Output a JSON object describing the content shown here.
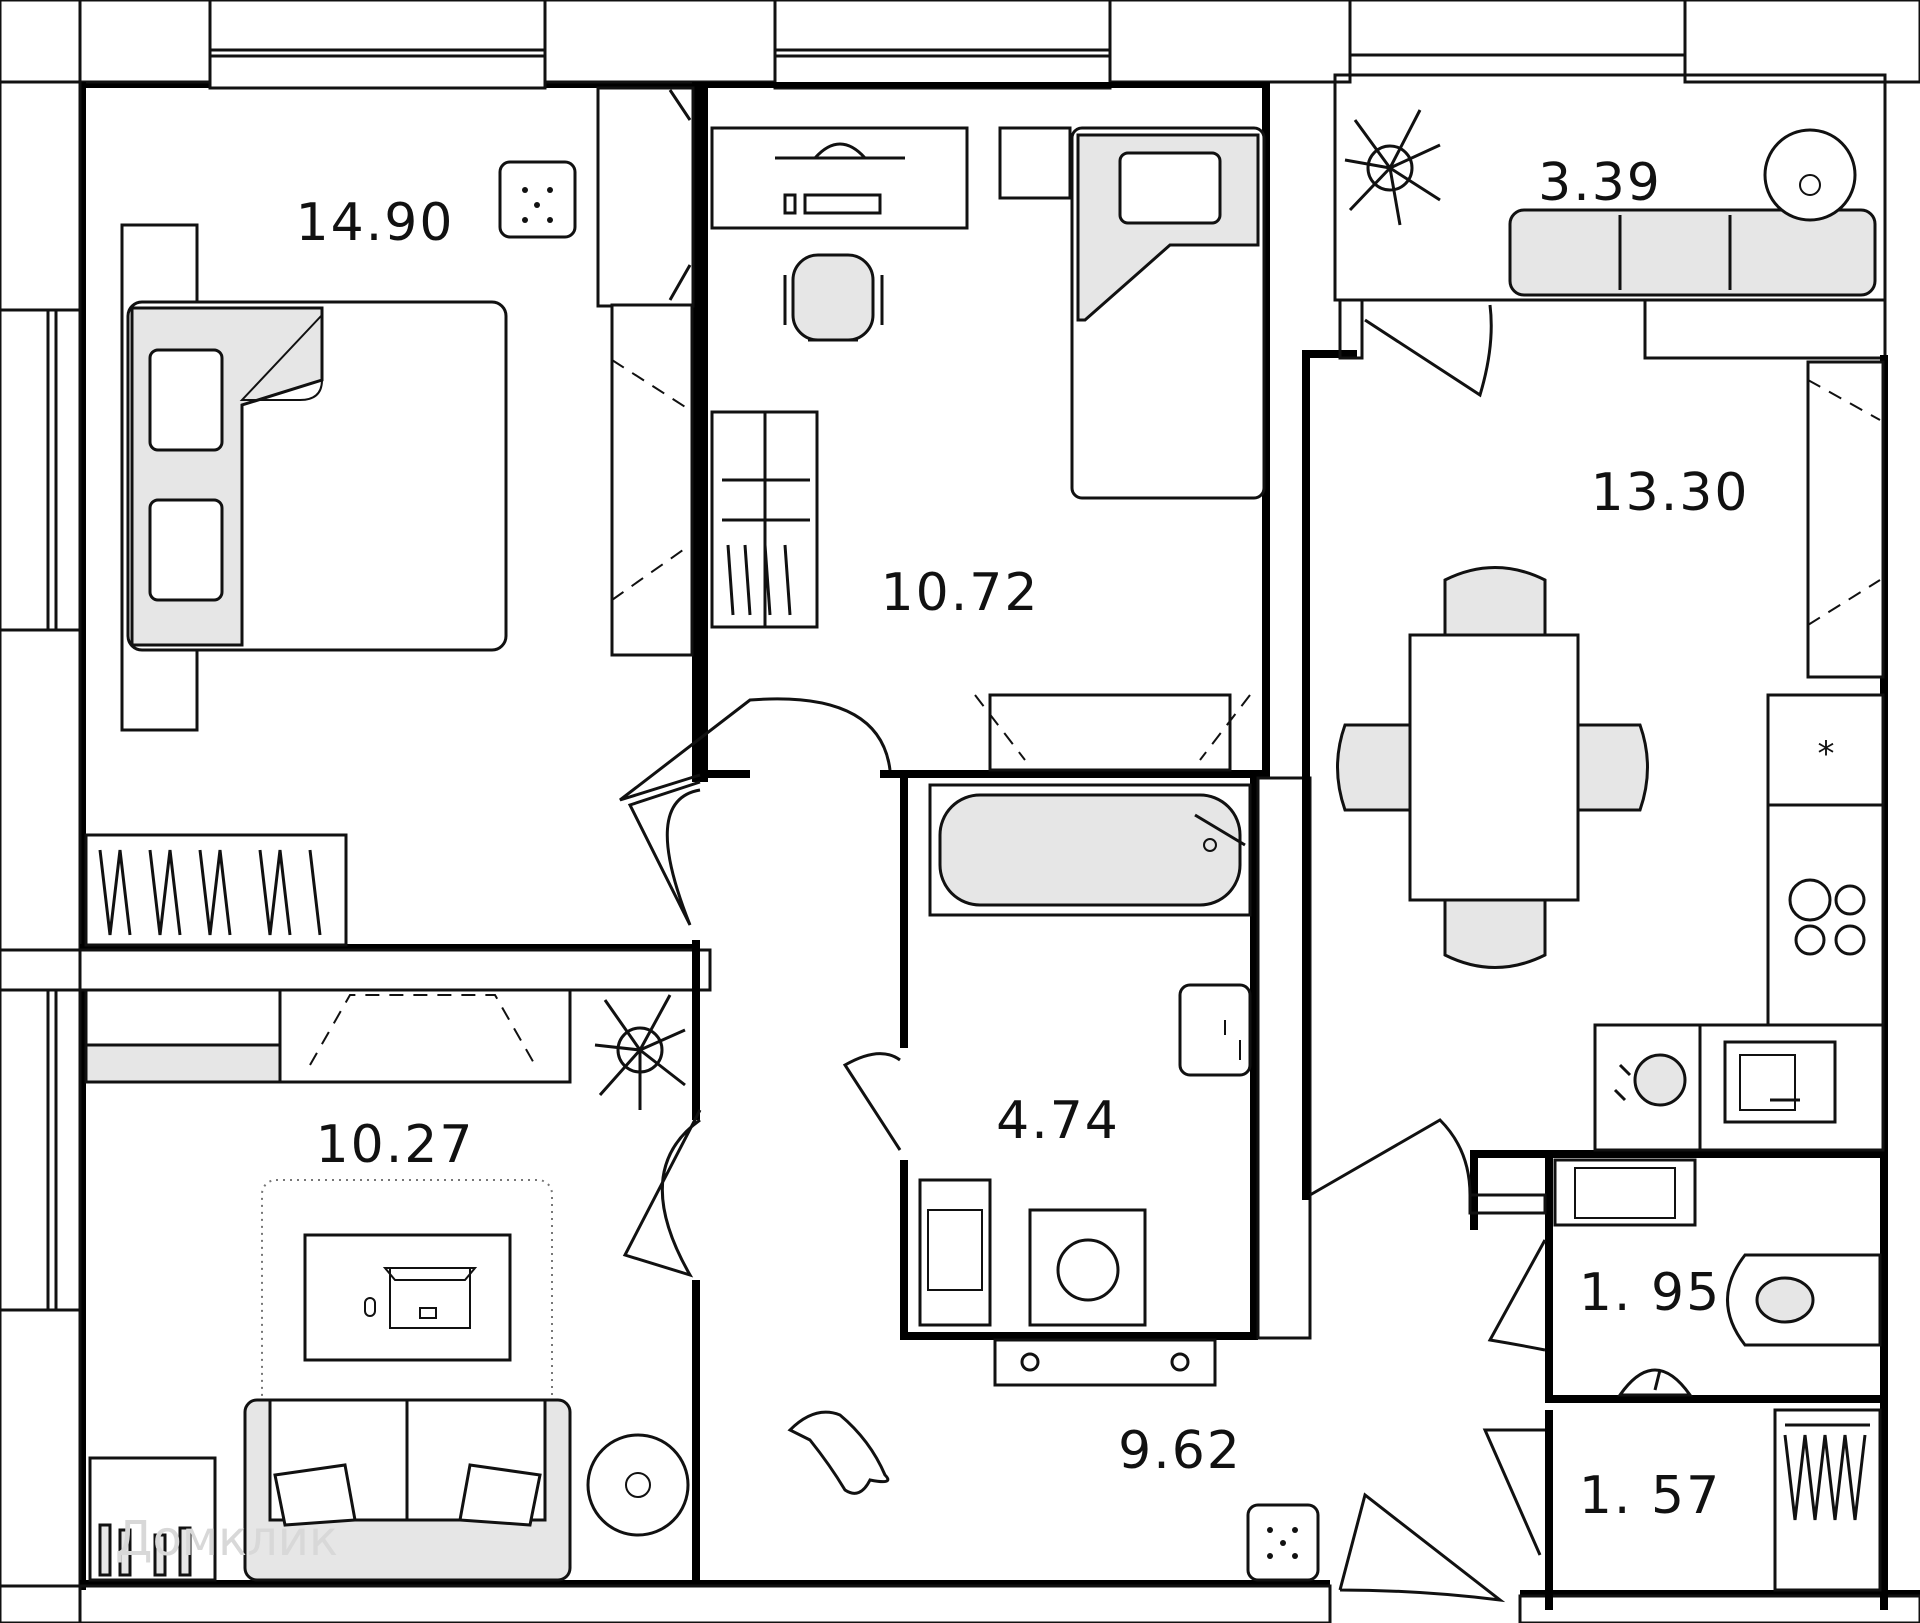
{
  "plan": {
    "rooms": [
      {
        "id": "bedroom",
        "area": "14.90"
      },
      {
        "id": "child-room",
        "area": "10.72"
      },
      {
        "id": "balcony",
        "area": "3.39"
      },
      {
        "id": "kitchen-living",
        "area": "13.30"
      },
      {
        "id": "study",
        "area": "10.27"
      },
      {
        "id": "bathroom",
        "area": "4.74"
      },
      {
        "id": "hallway",
        "area": "9.62"
      },
      {
        "id": "toilet",
        "area": "1. 95"
      },
      {
        "id": "storage",
        "area": "1. 57"
      }
    ],
    "watermark": "Домклик"
  },
  "colors": {
    "wall": "#000000",
    "furniture_fill": "#e6e6e6",
    "background": "#ffffff"
  },
  "icons": [
    "bed-icon",
    "pillow-icon",
    "wardrobe-icon",
    "nightstand-icon",
    "desk-icon",
    "office-chair-icon",
    "monitor-icon",
    "single-bed-icon",
    "plant-icon",
    "sofa-icon",
    "round-table-icon",
    "dining-table-icon",
    "chair-icon",
    "fridge-icon",
    "stove-icon",
    "sink-icon",
    "bathtub-icon",
    "washing-machine-icon",
    "toilet-icon",
    "cat-icon",
    "laptop-icon",
    "bookshelf-icon",
    "door-icon",
    "window-icon"
  ]
}
